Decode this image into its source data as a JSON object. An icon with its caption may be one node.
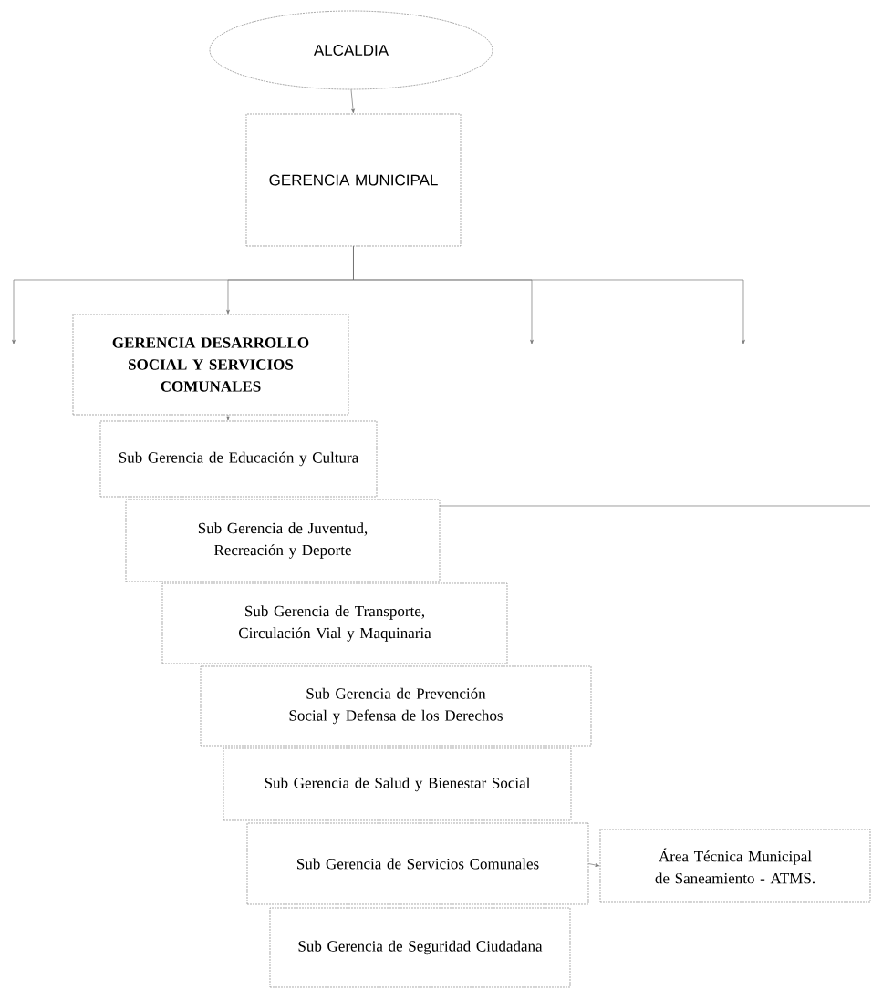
{
  "diagram": {
    "nodes": [
      {
        "text": [
          "ALCALDIA"
        ]
      },
      {
        "text": [
          "GERENCIA MUNICIPAL"
        ]
      },
      {
        "text": [
          "GERENCIA DESARROLLO SOCIAL Y SERVICIOS COMUNALES"
        ]
      },
      {
        "text": [
          "Sub Gerencia de Educación y Cultura"
        ]
      },
      {
        "text": [
          "Sub Gerencia de Juventud, Recreación y Deporte"
        ]
      },
      {
        "text": [
          "Sub Gerencia de Transporte, Circulación Vial y Maquinaria"
        ]
      },
      {
        "text": [
          "Sub Gerencia de Prevención Social y Defensa de los Derechos"
        ]
      },
      {
        "text": [
          "Sub Gerencia de Salud y Bienestar Social"
        ]
      },
      {
        "text": [
          "Sub Gerencia de Servicios Comunales"
        ]
      },
      {
        "text": [
          "Área Técnica Municipal de Saneamiento - ATMS."
        ]
      },
      {
        "text": [
          "Sub Gerencia de Seguridad Ciudadana"
        ]
      }
    ],
    "edges": [
      {
        "from": 0,
        "to": 1,
        "arrow": "to"
      },
      {
        "from": 1,
        "to": null,
        "arrow": "to"
      },
      {
        "from": 1,
        "to": 2,
        "arrow": "to"
      },
      {
        "from": 1,
        "to": null,
        "arrow": "to"
      },
      {
        "from": 1,
        "to": null,
        "arrow": "to"
      },
      {
        "from": 2,
        "to": 3,
        "arrow": "to"
      },
      {
        "from": 4,
        "to": null,
        "arrow": "none"
      },
      {
        "from": 8,
        "to": 9,
        "arrow": "to"
      }
    ]
  }
}
